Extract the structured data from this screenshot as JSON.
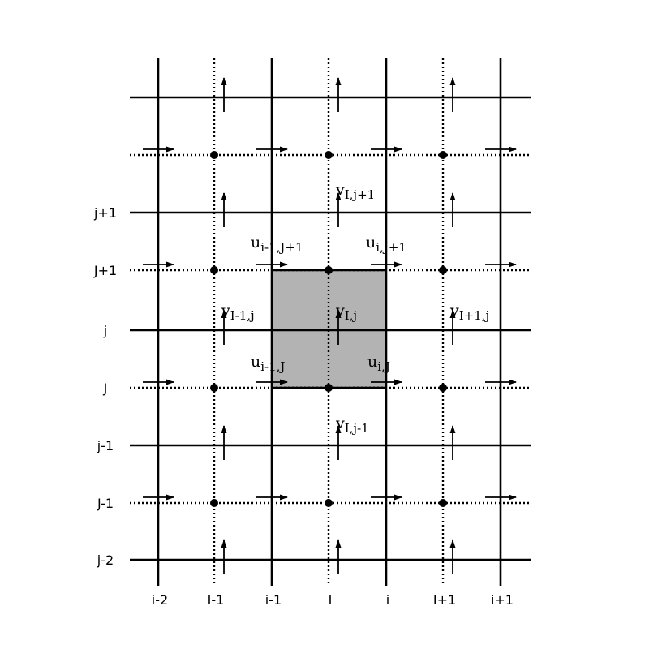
{
  "figure": {
    "x_labels": [
      "i-2",
      "I-1",
      "i-1",
      "I",
      "i",
      "I+1",
      "i+1"
    ],
    "y_labels": [
      "j+1",
      "J+1",
      "j",
      "J",
      "j-1",
      "J-1",
      "j-2"
    ],
    "variable_labels": [
      {
        "base": "v",
        "sub": "I,j+1"
      },
      {
        "base": "u",
        "sub": "i-1,J+1"
      },
      {
        "base": "u",
        "sub": "i,J+1"
      },
      {
        "base": "v",
        "sub": "I-1,j"
      },
      {
        "base": "v",
        "sub": "I,j"
      },
      {
        "base": "v",
        "sub": "I+1,j"
      },
      {
        "base": "u",
        "sub": "i-1,J"
      },
      {
        "base": "u",
        "sub": "i,J"
      },
      {
        "base": "v",
        "sub": "I,j-1"
      }
    ],
    "colors": {
      "line": "#000000",
      "cell_fill": "#b3b3b3"
    }
  }
}
